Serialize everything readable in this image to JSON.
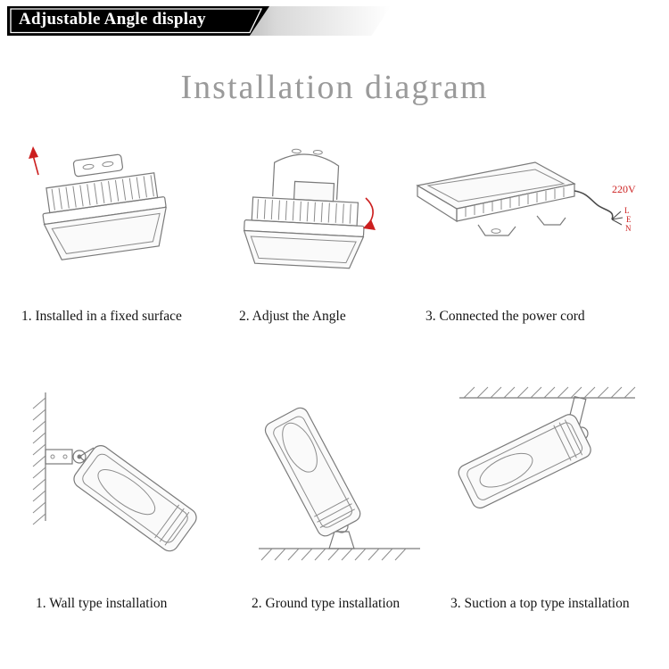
{
  "banner": {
    "title": "Adjustable Angle display"
  },
  "title": "Installation diagram",
  "top_steps": [
    {
      "label": "1. Installed in a fixed surface"
    },
    {
      "label": "2. Adjust the Angle"
    },
    {
      "label": "3. Connected the power cord"
    }
  ],
  "bottom_steps": [
    {
      "label": "1. Wall type installation"
    },
    {
      "label": "2. Ground type installation"
    },
    {
      "label": "3. Suction a top type installation"
    }
  ],
  "power": {
    "voltage": "220V",
    "wire_l": "L",
    "wire_e": "E",
    "wire_n": "N"
  },
  "colors": {
    "accent_red": "#cc1f1f",
    "line_gray": "#7a7a7a",
    "title_gray": "#9a9a9a",
    "banner_bg": "#000000"
  }
}
